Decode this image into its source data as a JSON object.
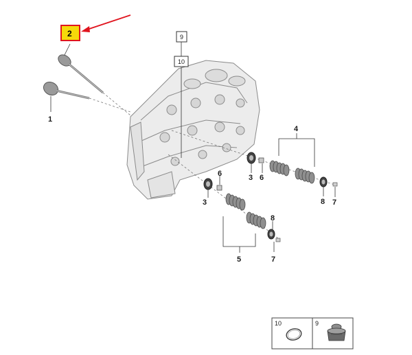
{
  "callout": {
    "text": "2",
    "highlight_color": "#f5d90a",
    "border_color": "#e0141e",
    "arrow_color": "#e0141e"
  },
  "boxed_labels": {
    "label_9": "9",
    "label_10": "10"
  },
  "labels": {
    "valve_1": "1",
    "seal_3_left": "3",
    "seal_3_right": "3",
    "group_4": "4",
    "group_5": "5",
    "key_6_left": "6",
    "key_6_right": "6",
    "key_7_left": "7",
    "key_7_right": "7",
    "retainer_8_left": "8",
    "retainer_8_right": "8"
  },
  "legend": {
    "cell_10": "10",
    "cell_9": "9"
  }
}
